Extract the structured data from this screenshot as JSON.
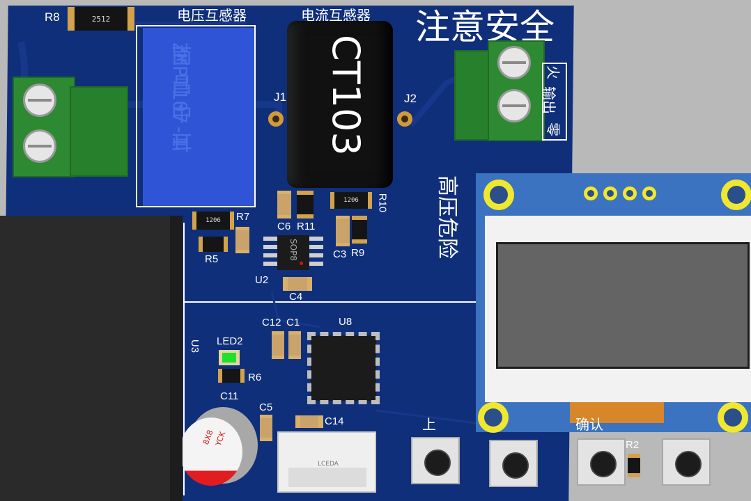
{
  "pcb": {
    "title": "注意安全",
    "voltage_transformer": {
      "label": "电压互感器",
      "model_text": "ZMPT107-1",
      "brand_text": "南昌中耳"
    },
    "current_transformer": {
      "label": "电流互感器",
      "model_text": "CT103"
    },
    "output_labels": {
      "live": "火",
      "output": "输出",
      "neutral": "零"
    },
    "high_voltage_text": "高压危险",
    "resistors": {
      "R8": {
        "ref": "R8",
        "value": "2512"
      },
      "R7": {
        "ref": "R7",
        "value": "1206"
      },
      "R10": {
        "ref": "R10",
        "value": "1206"
      },
      "R5": {
        "ref": "R5"
      },
      "R11": {
        "ref": "R11"
      },
      "R9": {
        "ref": "R9"
      },
      "R6": {
        "ref": "R6"
      },
      "R2": {
        "ref": "R2"
      }
    },
    "capacitors": {
      "C6": "C6",
      "C3": "C3",
      "C4": "C4",
      "C12": "C12",
      "C1": "C1",
      "C5": "C5",
      "C14": "C14",
      "C11": "C11"
    },
    "pads": {
      "J1": "J1",
      "J2": "J2"
    },
    "ic": {
      "U2": "U2",
      "U2_package": "SOP8",
      "U8": "U8",
      "U3": "U3"
    },
    "led": {
      "ref": "LED2",
      "color": "#22e02a"
    },
    "electrolytic_cap": {
      "size": "8X8",
      "brand": "YCK"
    },
    "connector": {
      "label": "LCEDA"
    },
    "buttons": {
      "up": "上",
      "confirm": "确认"
    }
  },
  "colors": {
    "board": "#0f2f7a",
    "oled_pcb": "#3b73c0",
    "mounting_hole": "#f0e830",
    "terminal_green": "#2d8a32",
    "transformer_blue": "#2f55d6",
    "background": "#b9b9b9"
  },
  "icons": [
    "screw-terminal-icon",
    "tactile-button-icon",
    "mounting-hole-icon"
  ]
}
